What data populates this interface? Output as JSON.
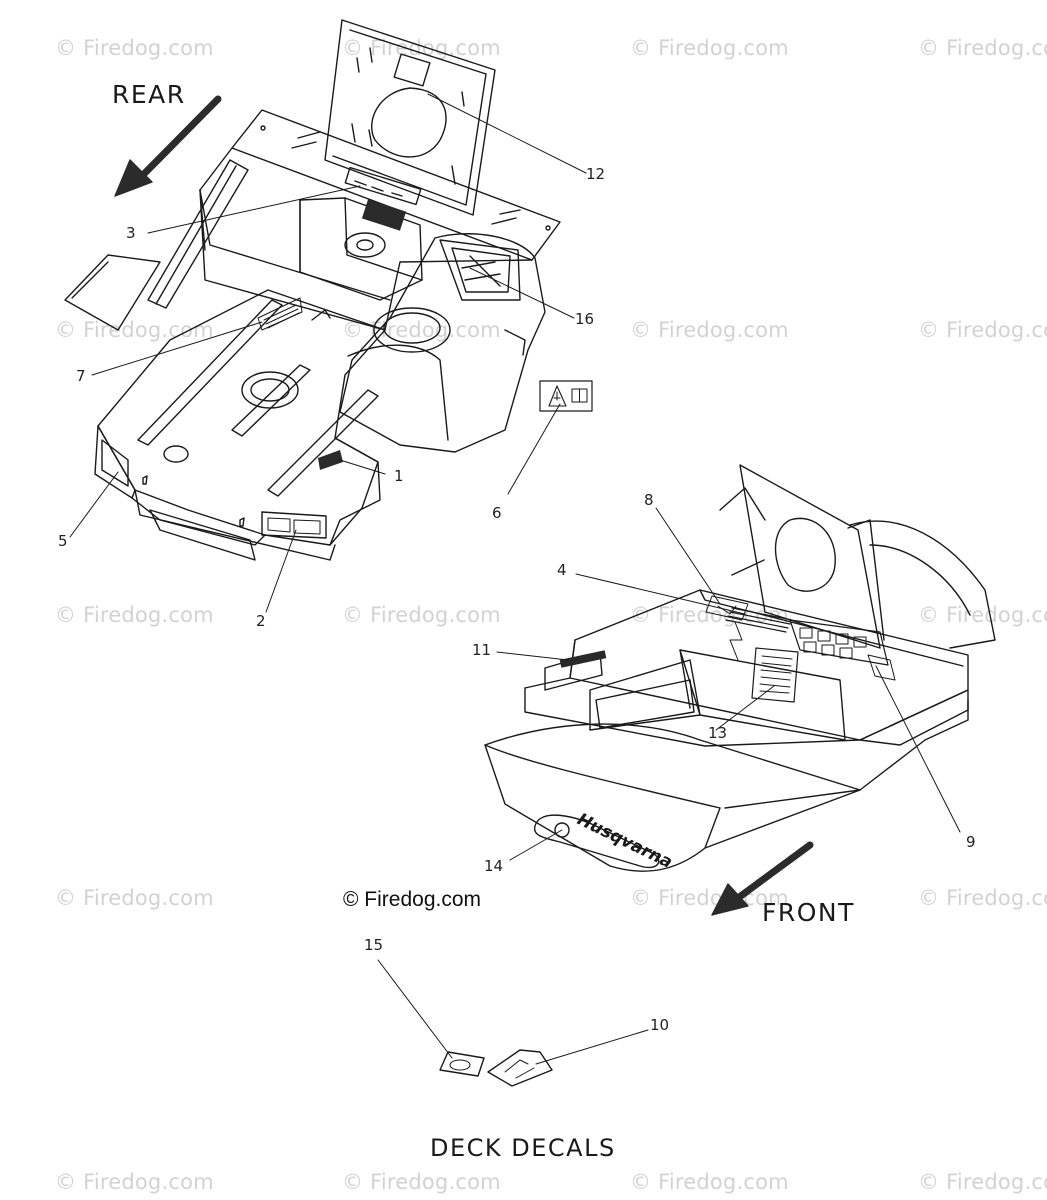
{
  "watermark": "© Firedog.com",
  "copyright": "© Firedog.com",
  "directions": {
    "rear": "REAR",
    "front": "FRONT"
  },
  "title": "DECK DECALS",
  "brand_logo_text": "Husqvarna",
  "callouts": {
    "c1": "1",
    "c2": "2",
    "c3": "3",
    "c4": "4",
    "c5": "5",
    "c6": "6",
    "c7": "7",
    "c8": "8",
    "c9": "9",
    "c10": "10",
    "c11": "11",
    "c12": "12",
    "c13": "13",
    "c14": "14",
    "c15": "15",
    "c16": "16"
  },
  "colors": {
    "line": "#1a1a1a",
    "arrow": "#2b2b2b",
    "watermark": "#d2d2d2"
  }
}
